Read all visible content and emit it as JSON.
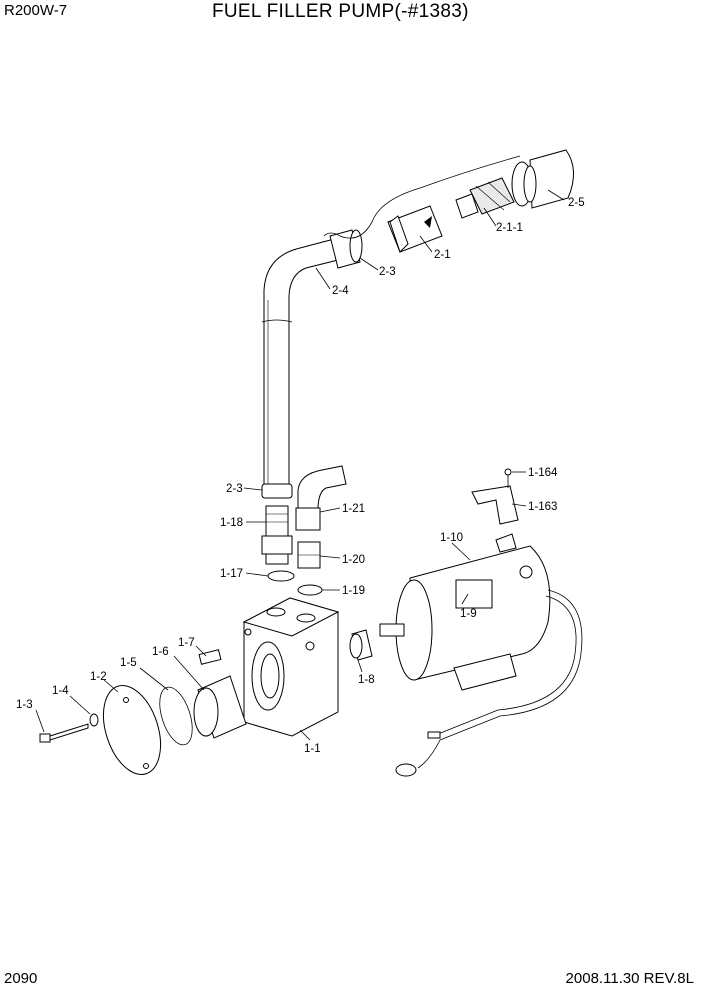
{
  "header": {
    "model": "R200W-7",
    "title": "FUEL FILLER PUMP(-#1383)"
  },
  "footer": {
    "page": "2090",
    "revision": "2008.11.30  REV.8L"
  },
  "callouts": {
    "p2_5": "2-5",
    "p2_1_1": "2-1-1",
    "p2_1": "2-1",
    "p2_3_top": "2-3",
    "p2_4": "2-4",
    "p2_3_bot": "2-3",
    "p1_18": "1-18",
    "p1_21": "1-21",
    "p1_17": "1-17",
    "p1_20": "1-20",
    "p1_19": "1-19",
    "p1_164": "1-164",
    "p1_163": "1-163",
    "p1_10": "1-10",
    "p1_9": "1-9",
    "p1_7": "1-7",
    "p1_6": "1-6",
    "p1_5": "1-5",
    "p1_2": "1-2",
    "p1_4": "1-4",
    "p1_3": "1-3",
    "p1_8": "1-8",
    "p1_1": "1-1"
  }
}
